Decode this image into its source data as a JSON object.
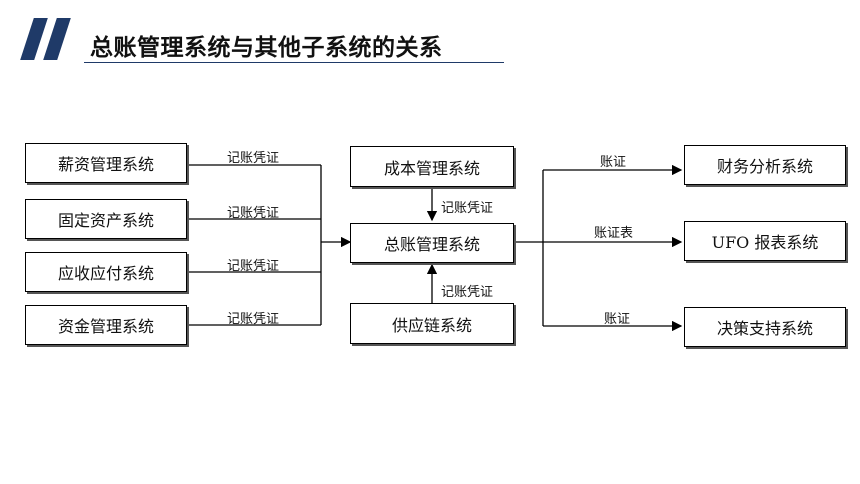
{
  "title": "总账管理系统与其他子系统的关系",
  "boxes": {
    "salary": "薪资管理系统",
    "fixed_assets": "固定资产系统",
    "receivable_payable": "应收应付系统",
    "fund": "资金管理系统",
    "cost": "成本管理系统",
    "gl": "总账管理系统",
    "supply_chain": "供应链系统",
    "finance_analysis": "财务分析系统",
    "ufo": "UFO 报表系统",
    "decision": "决策支持系统"
  },
  "labels": {
    "voucher1": "记账凭证",
    "voucher2": "记账凭证",
    "voucher3": "记账凭证",
    "voucher4": "记账凭证",
    "voucher_cost": "记账凭证",
    "voucher_supply": "记账凭证",
    "acct1": "账证",
    "acct_table": "账证表",
    "acct3": "账证"
  },
  "colors": {
    "accent": "#1f3a68"
  }
}
